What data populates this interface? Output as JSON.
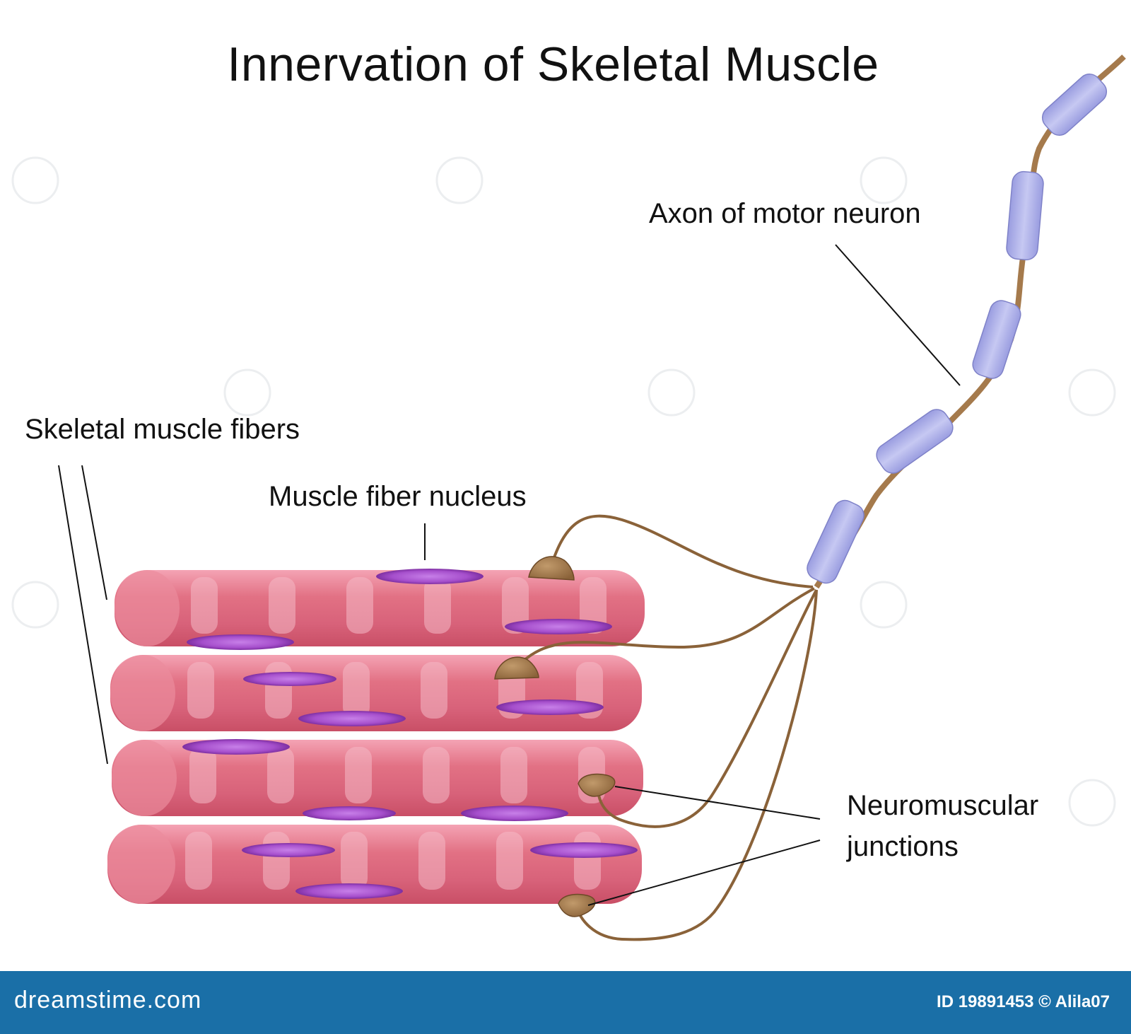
{
  "title": "Innervation of Skeletal Muscle",
  "labels": {
    "axon": "Axon of motor neuron",
    "fibers": "Skeletal muscle fibers",
    "nucleus": "Muscle fiber nucleus",
    "nmj_line1": "Neuromuscular",
    "nmj_line2": "junctions"
  },
  "footer": {
    "brand": "dreamstime.com",
    "id_text": "ID 19891453 © Alila07"
  },
  "colors": {
    "muscle": "#e06b7e",
    "muscle_highlight": "#f7b2c3",
    "nucleus": "#a24fc9",
    "myelin": "#b7b9ec",
    "nerve": "#8a6239",
    "terminal": "#a57a4c",
    "footer_bg": "#1a6fa7"
  }
}
